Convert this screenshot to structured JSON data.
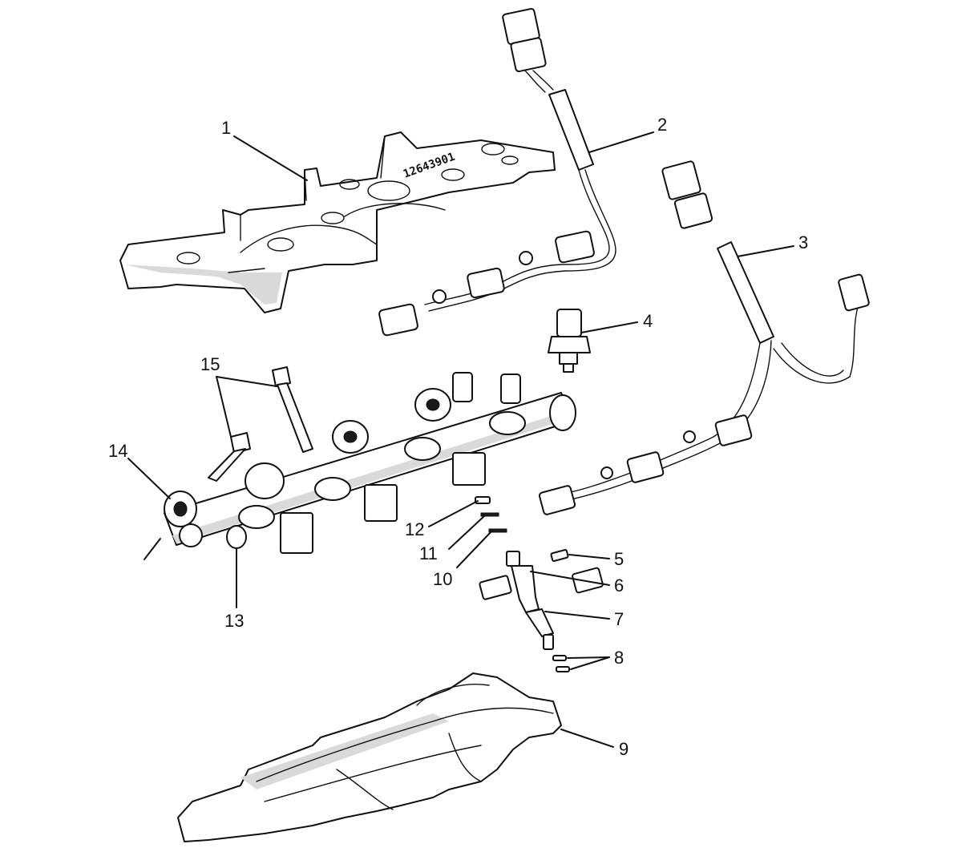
{
  "colors": {
    "line": "#111111",
    "fill": "#ffffff",
    "shade": "#d9d9d9"
  },
  "gasket_stamp": "12643901",
  "callouts": [
    {
      "id": "1",
      "label": "1"
    },
    {
      "id": "2",
      "label": "2"
    },
    {
      "id": "3",
      "label": "3"
    },
    {
      "id": "4",
      "label": "4"
    },
    {
      "id": "5",
      "label": "5"
    },
    {
      "id": "6",
      "label": "6"
    },
    {
      "id": "7",
      "label": "7"
    },
    {
      "id": "8",
      "label": "8"
    },
    {
      "id": "9",
      "label": "9"
    },
    {
      "id": "10",
      "label": "10"
    },
    {
      "id": "11",
      "label": "11"
    },
    {
      "id": "12",
      "label": "12"
    },
    {
      "id": "13",
      "label": "13"
    },
    {
      "id": "14",
      "label": "14"
    },
    {
      "id": "15",
      "label": "15"
    }
  ]
}
